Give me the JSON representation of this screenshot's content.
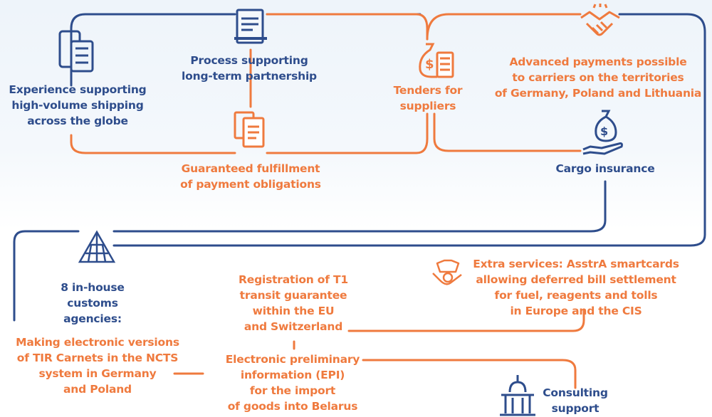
{
  "colors": {
    "blue": "#2e4d8c",
    "orange": "#ef7a3e",
    "background_top": "#eef4fa"
  },
  "nodes": {
    "experience": {
      "text": "Experience supporting\nhigh-volume shipping\nacross the globe",
      "icon": "mobile-checklist-icon"
    },
    "process": {
      "text": "Process supporting\nlong-term partnership",
      "icon": "document-pen-icon"
    },
    "guaranteed": {
      "text": "Guaranteed fulfillment\nof payment obligations",
      "icon": "documents-icon"
    },
    "tenders": {
      "text": "Tenders for\nsuppliers",
      "icon": "money-bag-invoice-icon"
    },
    "advanced_payments": {
      "text": "Advanced payments possible\nto carriers on the territories\nof Germany, Poland and Lithuania",
      "icon": "handshake-icon"
    },
    "cargo_insurance": {
      "text": "Cargo insurance",
      "icon": "hand-money-bag-icon"
    },
    "customs": {
      "text": "8 in-house\ncustoms\nagencies:",
      "icon": "pyramid-building-icon"
    },
    "tir_carnets": {
      "text": "Making electronic versions\nof TIR Carnets in the NCTS\nsystem in Germany\nand Poland"
    },
    "t1_registration": {
      "text": "Registration of T1\ntransit guarantee\nwithin the EU\nand Switzerland"
    },
    "epi": {
      "text": "Electronic preliminary\ninformation (EPI)\nfor the import\nof goods into Belarus"
    },
    "extra_services": {
      "text": "Extra services: AsstrA smartcards\nallowing deferred bill settlement\nfor fuel, reagents and tolls\nin Europe and the CIS",
      "icon": "smartcard-hand-icon"
    },
    "consulting": {
      "text": "Consulting\nsupport",
      "icon": "government-building-icon"
    }
  }
}
